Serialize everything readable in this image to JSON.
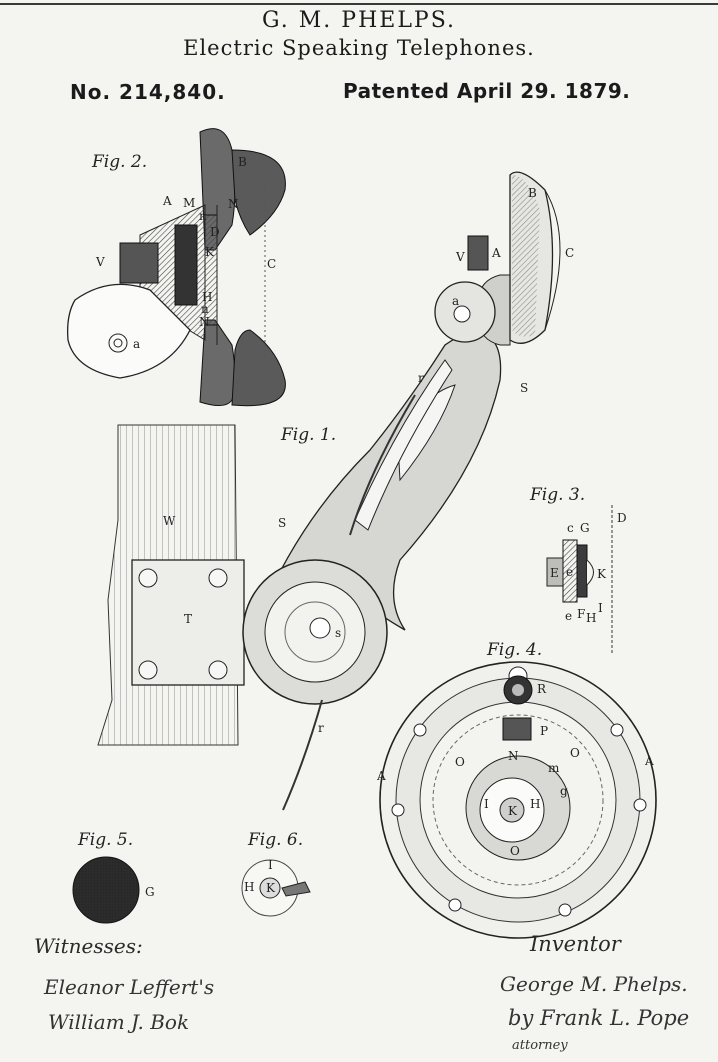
{
  "header": {
    "name": "G. M. PHELPS.",
    "title": "Electric Speaking Telephones.",
    "number": "No. 214,840.",
    "patented": "Patented April 29. 1879."
  },
  "figures": {
    "fig1": "Fig. 1.",
    "fig2": "Fig. 2.",
    "fig3": "Fig. 3.",
    "fig4": "Fig. 4.",
    "fig5": "Fig. 5.",
    "fig6": "Fig. 6."
  },
  "footer": {
    "witnesses_label": "Witnesses:",
    "witness_1": "Eleanor Leffert's",
    "witness_2": "William J. Bok",
    "inventor_label": "Inventor",
    "inventor_name": "George M. Phelps.",
    "attorney": "by Frank L. Pope",
    "attorney_title": "attorney"
  }
}
